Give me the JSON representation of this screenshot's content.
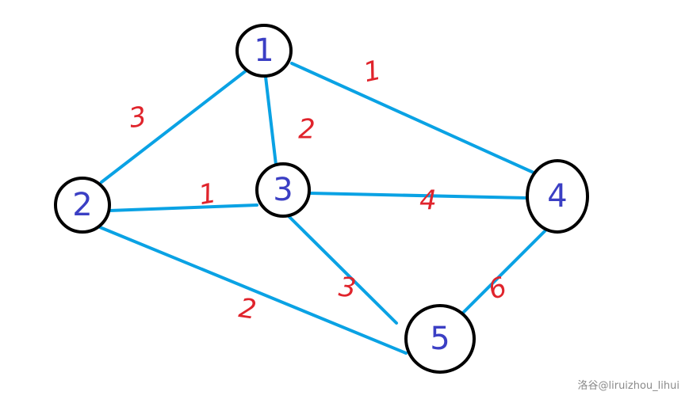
{
  "graph": {
    "nodes": [
      {
        "id": "1",
        "label": "1"
      },
      {
        "id": "2",
        "label": "2"
      },
      {
        "id": "3",
        "label": "3"
      },
      {
        "id": "4",
        "label": "4"
      },
      {
        "id": "5",
        "label": "5"
      }
    ],
    "edges": [
      {
        "from": "1",
        "to": "2",
        "weight": "3"
      },
      {
        "from": "1",
        "to": "3",
        "weight": "2"
      },
      {
        "from": "1",
        "to": "4",
        "weight": "1"
      },
      {
        "from": "2",
        "to": "3",
        "weight": "1"
      },
      {
        "from": "2",
        "to": "5",
        "weight": "2"
      },
      {
        "from": "3",
        "to": "4",
        "weight": "4"
      },
      {
        "from": "3",
        "to": "5",
        "weight": "3"
      },
      {
        "from": "4",
        "to": "5",
        "weight": "6"
      }
    ]
  },
  "colors": {
    "edge": "#0aa2e4",
    "node_stroke": "#000000",
    "node_label": "#3b3fc4",
    "weight_label": "#e0242c"
  },
  "watermark": "洛谷@liruizhou_lihui"
}
